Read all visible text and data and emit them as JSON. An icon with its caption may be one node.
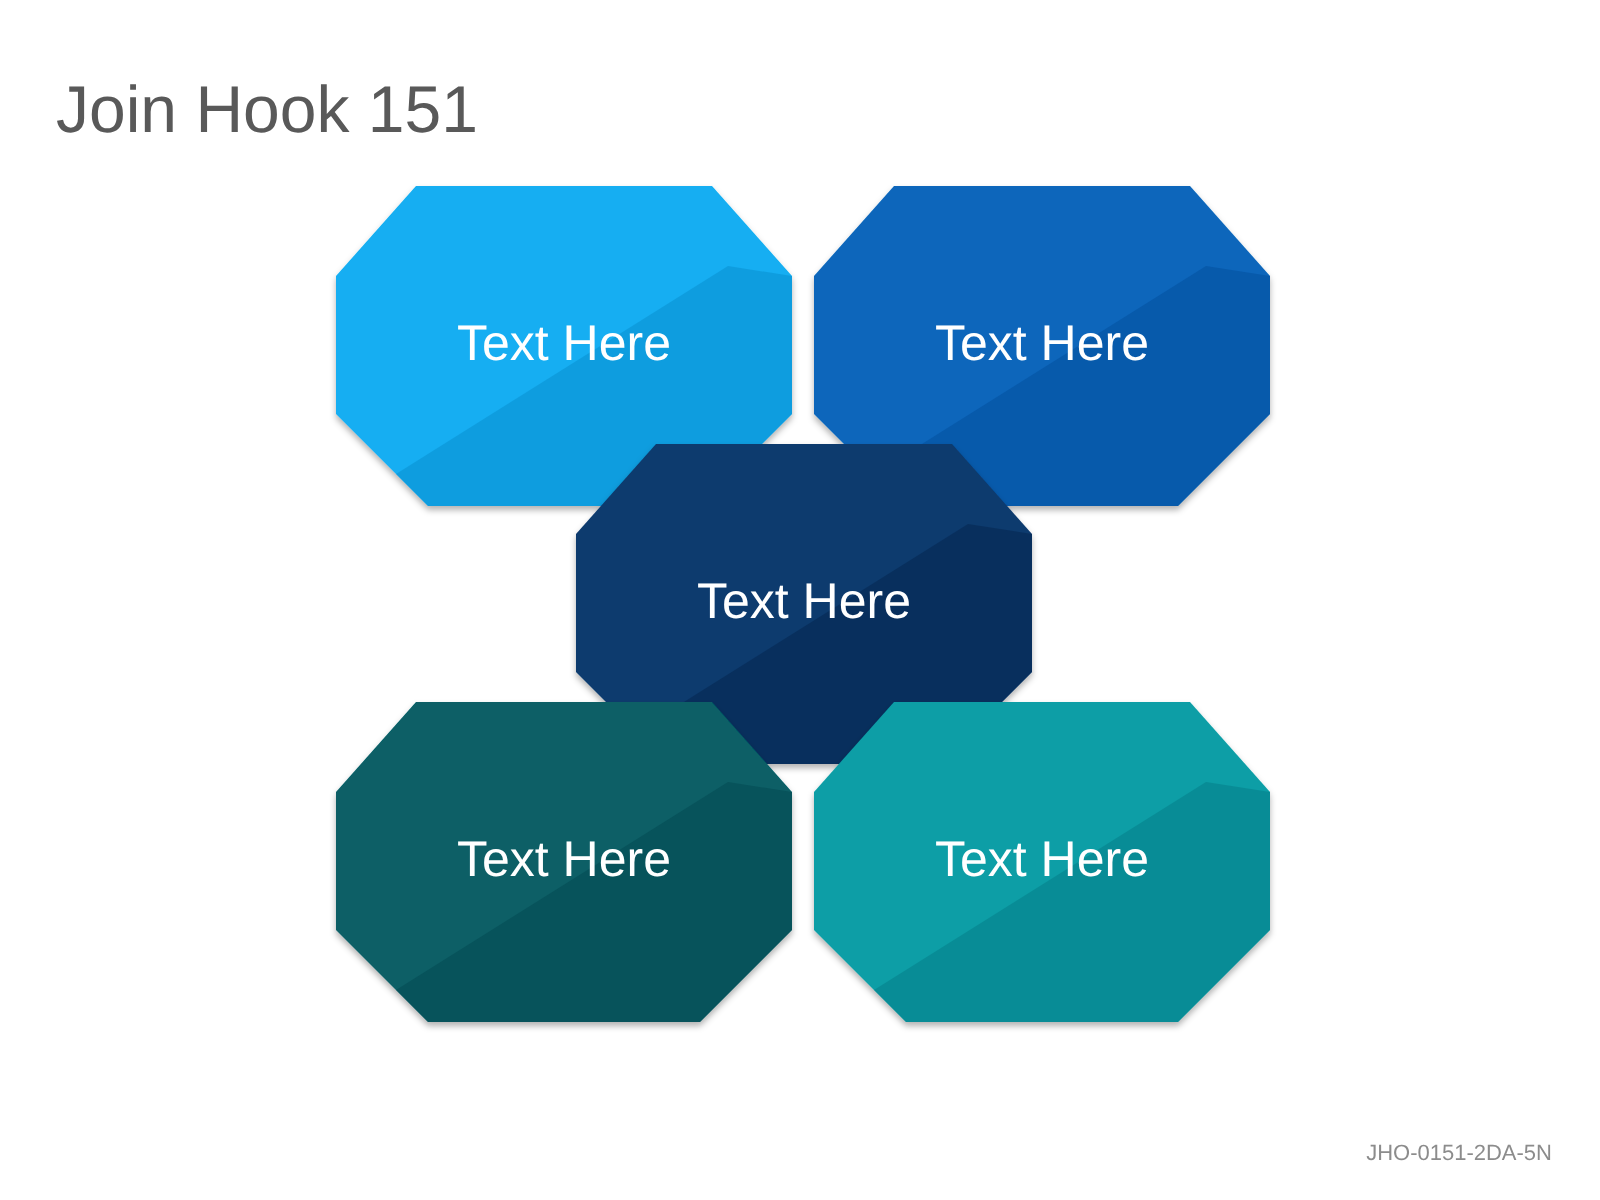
{
  "diagram": {
    "title": "Join Hook 151",
    "nodes": [
      {
        "text": [
          "Text Here"
        ]
      },
      {
        "text": [
          "Text Here"
        ]
      },
      {
        "text": [
          "Text Here"
        ]
      },
      {
        "text": [
          "Text Here"
        ]
      },
      {
        "text": [
          "Text Here"
        ]
      }
    ],
    "labels": [
      "JHO-0151-2DA-5N"
    ]
  }
}
